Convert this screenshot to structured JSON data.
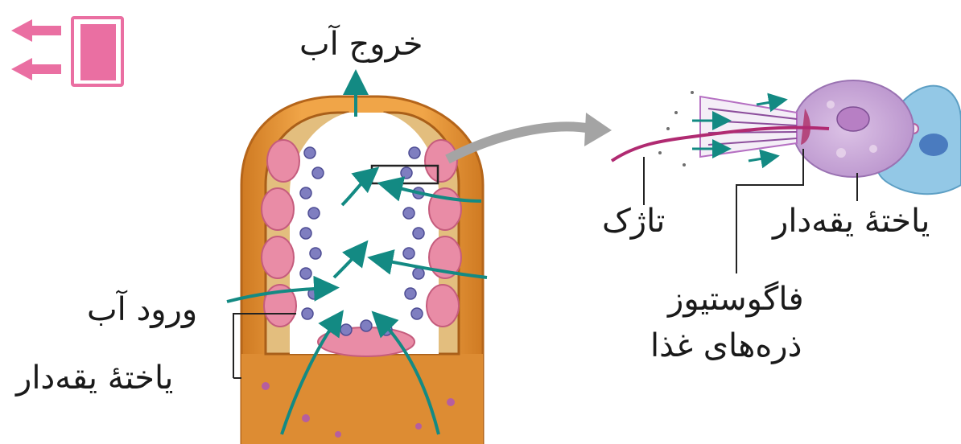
{
  "labels": {
    "water_out": "خروج آب",
    "water_in": "ورود آب",
    "collar_cell_left": "یاختهٔ یقه‌دار",
    "flagellum": "تاژک",
    "collar_cell_right": "یاختهٔ یقه‌دار",
    "phagocytosis": "فاگوستیوز",
    "food_particles": "ذره‌های غذا"
  },
  "icons": {
    "corner": "book-arrows-icon"
  },
  "colors": {
    "body_orange": "#e89a3c",
    "body_dark": "#c9741f",
    "inner_yellow": "#e7c98a",
    "pink": "#e98ca6",
    "purple": "#7f7ec0",
    "teal_arrow": "#138a83",
    "gray_arrow": "#a4a4a4",
    "cell_lavender": "#c9a6d8",
    "cell_blue": "#93c8e6",
    "icon_pink": "#ea6fa2"
  }
}
